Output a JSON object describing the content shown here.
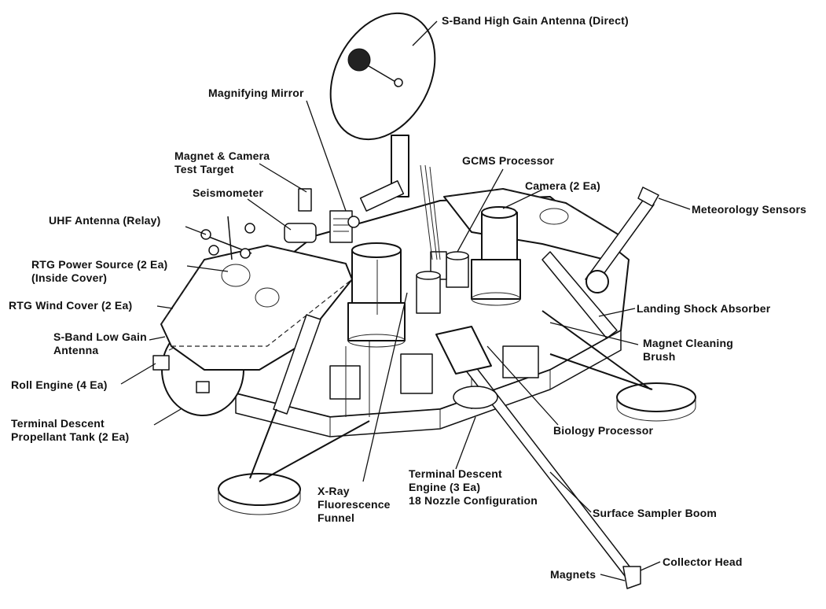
{
  "labels": {
    "s_band_high_gain": "S-Band High Gain Antenna (Direct)",
    "magnifying_mirror": "Magnifying Mirror",
    "magnet_camera_target": [
      "Magnet & Camera",
      "Test Target"
    ],
    "seismometer": "Seismometer",
    "gcms_processor": "GCMS Processor",
    "camera": "Camera (2 Ea)",
    "meteorology_sensors": "Meteorology Sensors",
    "uhf_antenna": "UHF Antenna (Relay)",
    "rtg_power_source": [
      "RTG Power Source (2 Ea)",
      "(Inside Cover)"
    ],
    "rtg_wind_cover": "RTG Wind Cover (2 Ea)",
    "landing_shock_absorber": "Landing Shock Absorber",
    "s_band_low_gain": [
      "S-Band Low Gain",
      "Antenna"
    ],
    "magnet_cleaning_brush": [
      "Magnet Cleaning",
      "Brush"
    ],
    "roll_engine": "Roll Engine (4 Ea)",
    "terminal_descent_tank": [
      "Terminal Descent",
      "Propellant Tank (2 Ea)"
    ],
    "biology_processor": "Biology Processor",
    "terminal_descent_engine": [
      "Terminal Descent",
      "Engine (3 Ea)",
      "18 Nozzle Configuration"
    ],
    "xray_funnel": [
      "X-Ray",
      "Fluorescence",
      "Funnel"
    ],
    "surface_sampler_boom": "Surface Sampler Boom",
    "collector_head": "Collector Head",
    "magnets": "Magnets"
  }
}
